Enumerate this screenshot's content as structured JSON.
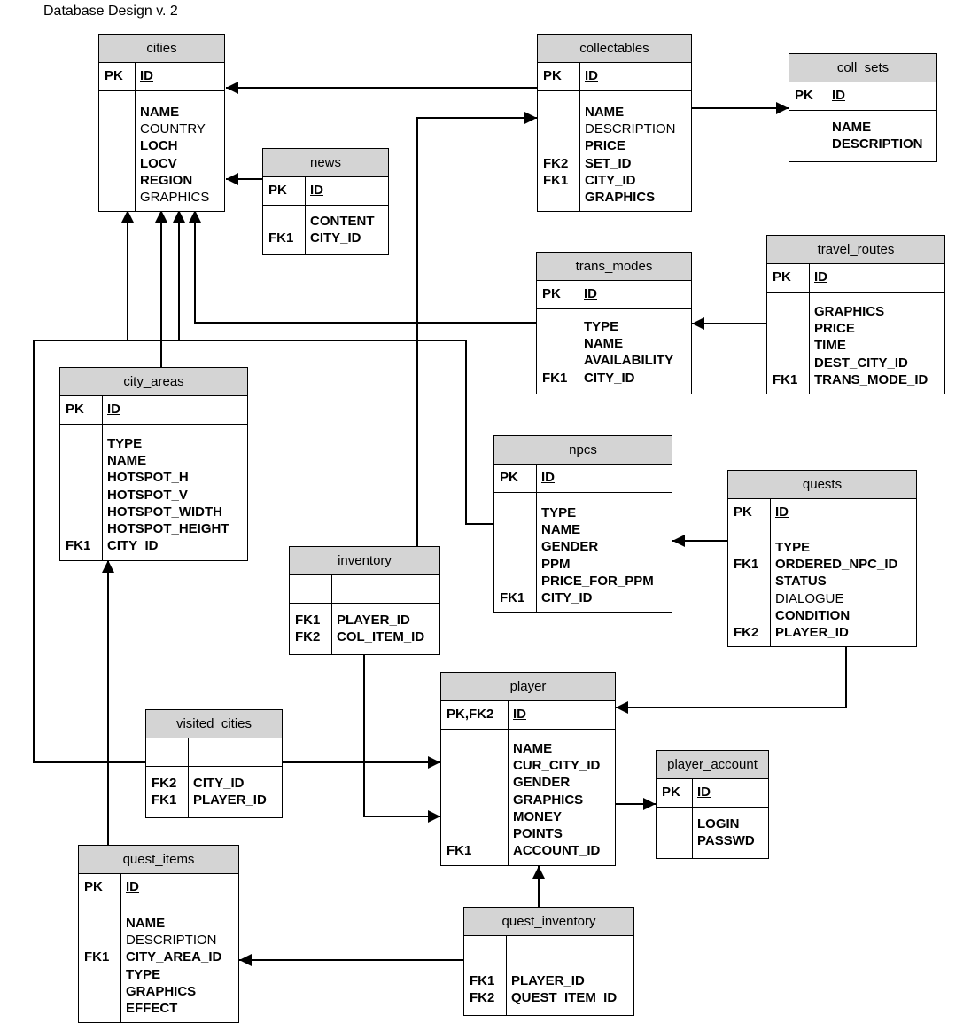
{
  "title": "Database Design v. 2",
  "tables": {
    "cities": {
      "name": "cities",
      "pk_key": "PK",
      "pk_field": "ID",
      "fields": [
        {
          "key": "",
          "name": "NAME",
          "bold": true
        },
        {
          "key": "",
          "name": "COUNTRY",
          "bold": false
        },
        {
          "key": "",
          "name": "LOCH",
          "bold": true
        },
        {
          "key": "",
          "name": "LOCV",
          "bold": true
        },
        {
          "key": "",
          "name": "REGION",
          "bold": true
        },
        {
          "key": "",
          "name": "GRAPHICS",
          "bold": false
        }
      ]
    },
    "collectables": {
      "name": "collectables",
      "pk_key": "PK",
      "pk_field": "ID",
      "fields": [
        {
          "key": "",
          "name": "NAME",
          "bold": true
        },
        {
          "key": "",
          "name": "DESCRIPTION",
          "bold": false
        },
        {
          "key": "",
          "name": "PRICE",
          "bold": true
        },
        {
          "key": "FK2",
          "name": "SET_ID",
          "bold": true
        },
        {
          "key": "FK1",
          "name": "CITY_ID",
          "bold": true
        },
        {
          "key": "",
          "name": "GRAPHICS",
          "bold": true
        }
      ]
    },
    "coll_sets": {
      "name": "coll_sets",
      "pk_key": "PK",
      "pk_field": "ID",
      "fields": [
        {
          "key": "",
          "name": "NAME",
          "bold": true
        },
        {
          "key": "",
          "name": "DESCRIPTION",
          "bold": true
        }
      ]
    },
    "news": {
      "name": "news",
      "pk_key": "PK",
      "pk_field": "ID",
      "fields": [
        {
          "key": "",
          "name": "CONTENT",
          "bold": true
        },
        {
          "key": "FK1",
          "name": "CITY_ID",
          "bold": true
        }
      ]
    },
    "trans_modes": {
      "name": "trans_modes",
      "pk_key": "PK",
      "pk_field": "ID",
      "fields": [
        {
          "key": "",
          "name": "TYPE",
          "bold": true
        },
        {
          "key": "",
          "name": "NAME",
          "bold": true
        },
        {
          "key": "",
          "name": "AVAILABILITY",
          "bold": true
        },
        {
          "key": "FK1",
          "name": "CITY_ID",
          "bold": true
        }
      ]
    },
    "travel_routes": {
      "name": "travel_routes",
      "pk_key": "PK",
      "pk_field": "ID",
      "fields": [
        {
          "key": "",
          "name": "GRAPHICS",
          "bold": true
        },
        {
          "key": "",
          "name": "PRICE",
          "bold": true
        },
        {
          "key": "",
          "name": "TIME",
          "bold": true
        },
        {
          "key": "",
          "name": "DEST_CITY_ID",
          "bold": true
        },
        {
          "key": "FK1",
          "name": "TRANS_MODE_ID",
          "bold": true
        }
      ]
    },
    "city_areas": {
      "name": "city_areas",
      "pk_key": "PK",
      "pk_field": "ID",
      "fields": [
        {
          "key": "",
          "name": "TYPE",
          "bold": true
        },
        {
          "key": "",
          "name": "NAME",
          "bold": true
        },
        {
          "key": "",
          "name": "HOTSPOT_H",
          "bold": true
        },
        {
          "key": "",
          "name": "HOTSPOT_V",
          "bold": true
        },
        {
          "key": "",
          "name": "HOTSPOT_WIDTH",
          "bold": true
        },
        {
          "key": "",
          "name": "HOTSPOT_HEIGHT",
          "bold": true
        },
        {
          "key": "FK1",
          "name": "CITY_ID",
          "bold": true
        }
      ]
    },
    "npcs": {
      "name": "npcs",
      "pk_key": "PK",
      "pk_field": "ID",
      "fields": [
        {
          "key": "",
          "name": "TYPE",
          "bold": true
        },
        {
          "key": "",
          "name": "NAME",
          "bold": true
        },
        {
          "key": "",
          "name": "GENDER",
          "bold": true
        },
        {
          "key": "",
          "name": "PPM",
          "bold": true
        },
        {
          "key": "",
          "name": "PRICE_FOR_PPM",
          "bold": true
        },
        {
          "key": "FK1",
          "name": "CITY_ID",
          "bold": true
        }
      ]
    },
    "quests": {
      "name": "quests",
      "pk_key": "PK",
      "pk_field": "ID",
      "fields": [
        {
          "key": "",
          "name": "TYPE",
          "bold": true
        },
        {
          "key": "FK1",
          "name": "ORDERED_NPC_ID",
          "bold": true
        },
        {
          "key": "",
          "name": "STATUS",
          "bold": true
        },
        {
          "key": "",
          "name": "DIALOGUE",
          "bold": false
        },
        {
          "key": "",
          "name": "CONDITION",
          "bold": true
        },
        {
          "key": "FK2",
          "name": "PLAYER_ID",
          "bold": true
        }
      ]
    },
    "inventory": {
      "name": "inventory",
      "pk_key": "",
      "pk_field": "",
      "fields": [
        {
          "key": "FK1",
          "name": "PLAYER_ID",
          "bold": true
        },
        {
          "key": "FK2",
          "name": "COL_ITEM_ID",
          "bold": true
        }
      ]
    },
    "player": {
      "name": "player",
      "pk_key": "PK,FK2",
      "pk_field": "ID",
      "fields": [
        {
          "key": "",
          "name": "NAME",
          "bold": true
        },
        {
          "key": "",
          "name": "CUR_CITY_ID",
          "bold": true
        },
        {
          "key": "",
          "name": "GENDER",
          "bold": true
        },
        {
          "key": "",
          "name": "GRAPHICS",
          "bold": true
        },
        {
          "key": "",
          "name": "MONEY",
          "bold": true
        },
        {
          "key": "",
          "name": "POINTS",
          "bold": true
        },
        {
          "key": "FK1",
          "name": "ACCOUNT_ID",
          "bold": true
        }
      ]
    },
    "player_account": {
      "name": "player_account",
      "pk_key": "PK",
      "pk_field": "ID",
      "fields": [
        {
          "key": "",
          "name": "LOGIN",
          "bold": true
        },
        {
          "key": "",
          "name": "PASSWD",
          "bold": true
        }
      ]
    },
    "visited_cities": {
      "name": "visited_cities",
      "pk_key": "",
      "pk_field": "",
      "fields": [
        {
          "key": "FK2",
          "name": "CITY_ID",
          "bold": true
        },
        {
          "key": "FK1",
          "name": "PLAYER_ID",
          "bold": true
        }
      ]
    },
    "quest_items": {
      "name": "quest_items",
      "pk_key": "PK",
      "pk_field": "ID",
      "fields": [
        {
          "key": "",
          "name": "NAME",
          "bold": true
        },
        {
          "key": "",
          "name": "DESCRIPTION",
          "bold": false
        },
        {
          "key": "FK1",
          "name": "CITY_AREA_ID",
          "bold": true
        },
        {
          "key": "",
          "name": "TYPE",
          "bold": true
        },
        {
          "key": "",
          "name": "GRAPHICS",
          "bold": true
        },
        {
          "key": "",
          "name": "EFFECT",
          "bold": true
        }
      ]
    },
    "quest_inventory": {
      "name": "quest_inventory",
      "pk_key": "",
      "pk_field": "",
      "fields": [
        {
          "key": "FK1",
          "name": "PLAYER_ID",
          "bold": true
        },
        {
          "key": "FK2",
          "name": "QUEST_ITEM_ID",
          "bold": true
        }
      ]
    }
  }
}
